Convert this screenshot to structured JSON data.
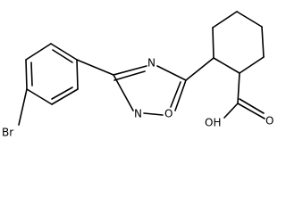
{
  "structure": {
    "atoms": {
      "bromine": "Br",
      "ring_oxygen": "O",
      "ring_nitrogen_top": "N",
      "ring_nitrogen_bottom": "N",
      "carboxyl_group": "OH",
      "carbonyl_oxygen": "O"
    }
  },
  "colors": {
    "bond": "#000000",
    "label": "#000000",
    "background": "#ffffff"
  }
}
